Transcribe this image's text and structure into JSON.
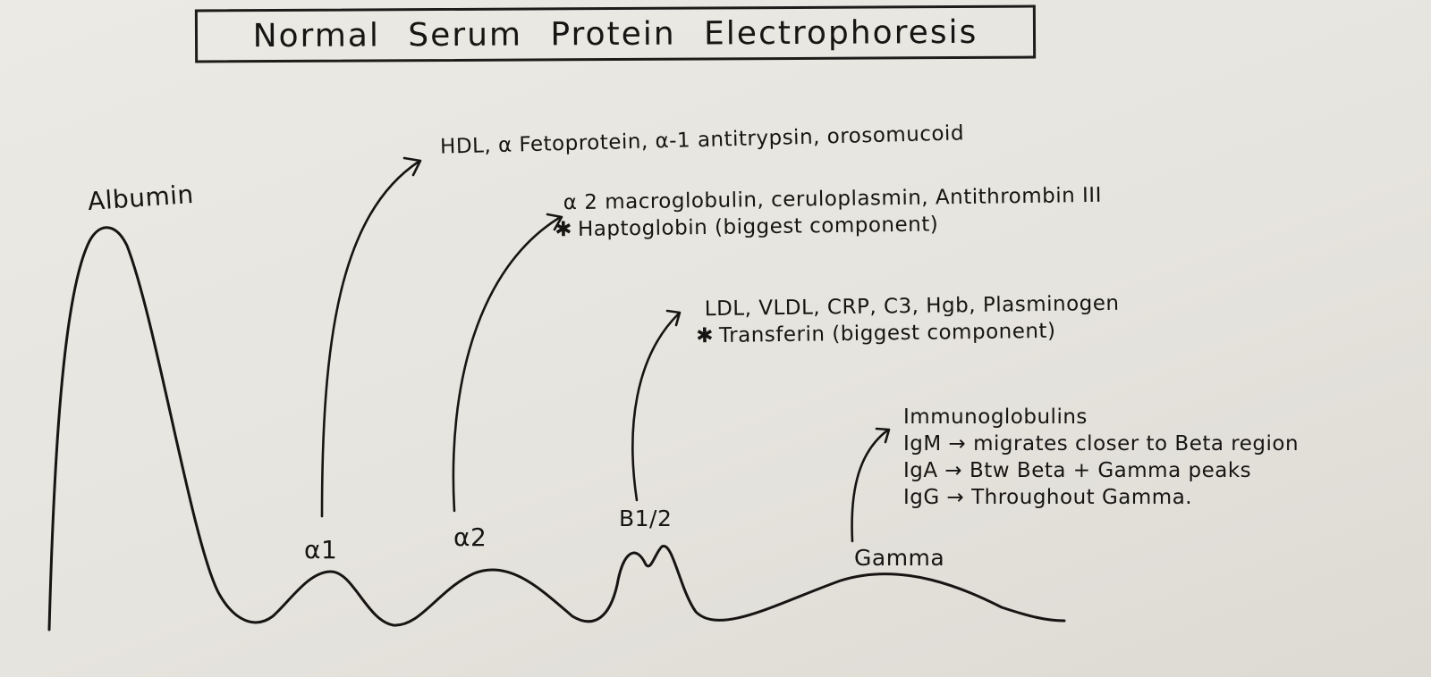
{
  "title": "Normal Serum Protein Electrophoresis",
  "peaks": {
    "albumin": "Albumin",
    "alpha1": "α1",
    "alpha2": "α2",
    "beta": "B1/2",
    "gamma": "Gamma"
  },
  "annotations": {
    "alpha1": {
      "lines": [
        "HDL, α Fetoprotein, α-1 antitrypsin, orosomucoid"
      ]
    },
    "alpha2": {
      "lines": [
        "α 2 macroglobulin, ceruloplasmin, Antithrombin III"
      ],
      "starred": "Haptoglobin (biggest component)"
    },
    "beta": {
      "lines": [
        "LDL, VLDL, CRP, C3, Hgb, Plasminogen"
      ],
      "starred": "Transferin (biggest component)"
    },
    "gamma": {
      "lines": [
        "Immunoglobulins",
        "IgM → migrates closer to Beta region",
        "IgA → Btw Beta + Gamma peaks",
        "IgG → Throughout Gamma."
      ]
    }
  },
  "colors": {
    "ink": "#161513",
    "paper": "#e8e6e0"
  }
}
